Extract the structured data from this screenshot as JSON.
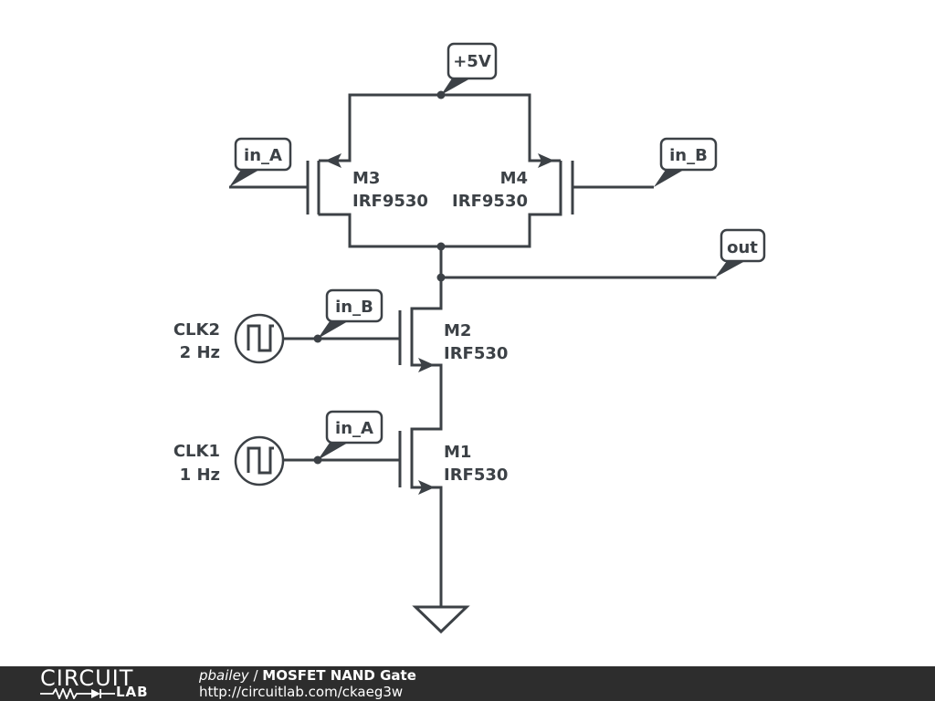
{
  "labels": {
    "supply": "+5V",
    "in_a_top": "in_A",
    "in_b_top": "in_B",
    "out": "out",
    "in_b_mid": "in_B",
    "in_a_bottom": "in_A"
  },
  "components": {
    "m3": {
      "name": "M3",
      "model": "IRF9530"
    },
    "m4": {
      "name": "M4",
      "model": "IRF9530"
    },
    "m2": {
      "name": "M2",
      "model": "IRF530"
    },
    "m1": {
      "name": "M1",
      "model": "IRF530"
    },
    "clk2": {
      "name": "CLK2",
      "freq": "2 Hz"
    },
    "clk1": {
      "name": "CLK1",
      "freq": "1 Hz"
    }
  },
  "footer": {
    "logo_top": "CIRCUIT",
    "logo_bottom": "LAB",
    "user": "pbailey",
    "separator": " / ",
    "title": "MOSFET NAND Gate",
    "url": "http://circuitlab.com/ckaeg3w"
  },
  "colors": {
    "wire": "#3c4146",
    "footer_bg": "#2d2d2d"
  }
}
